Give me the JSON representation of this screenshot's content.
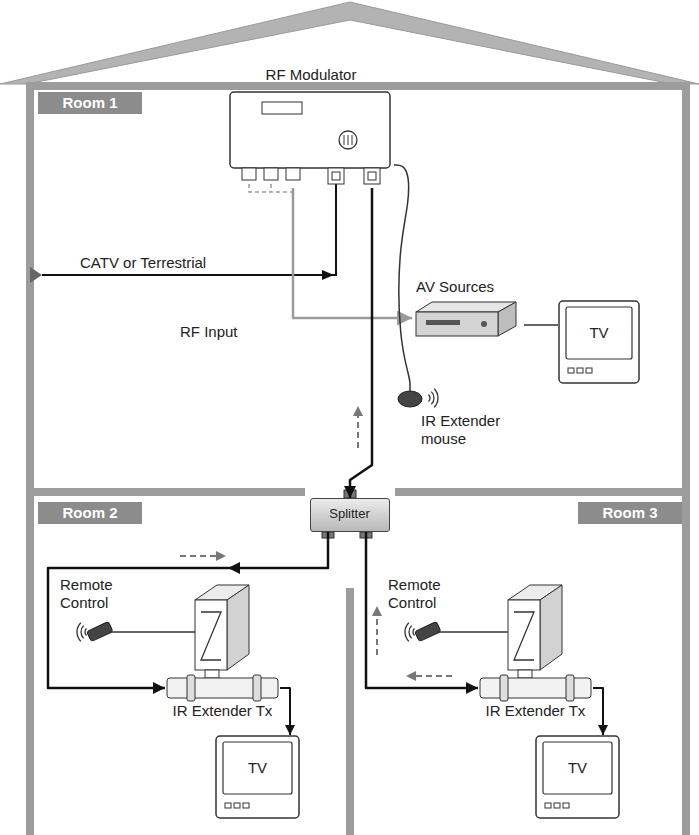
{
  "diagram": {
    "nodes": [
      {
        "text": [
          "Room 1"
        ]
      },
      {
        "text": [
          "RF Modulator"
        ],
        "in": 0
      },
      {
        "text": [
          "AV Sources"
        ],
        "in": 0
      },
      {
        "text": [
          "TV"
        ],
        "in": 0
      },
      {
        "text": [
          "IR Extender mouse"
        ],
        "in": 0
      },
      {
        "text": [
          "Splitter"
        ]
      },
      {
        "text": [
          "Room 2"
        ]
      },
      {
        "text": [
          "Remote Control"
        ],
        "in": 6
      },
      {
        "text": [
          "IR Extender Tx"
        ],
        "in": 6
      },
      {
        "text": [
          "TV"
        ],
        "in": 6
      },
      {
        "text": [
          "Room 3"
        ]
      },
      {
        "text": [
          "Remote Control"
        ],
        "in": 10
      },
      {
        "text": [
          "IR Extender Tx"
        ],
        "in": 10
      },
      {
        "text": [
          "TV"
        ],
        "in": 10
      }
    ],
    "edges": [
      {
        "from": 1,
        "to": 2,
        "arrow": "to"
      },
      {
        "from": 2,
        "to": 3,
        "arrow": "none"
      },
      {
        "from": 4,
        "to": 1,
        "arrow": "none"
      },
      {
        "from": 1,
        "to": 5,
        "arrow": "to"
      },
      {
        "from": 5,
        "to": 8,
        "arrow": "to"
      },
      {
        "from": 5,
        "to": 12,
        "arrow": "to"
      },
      {
        "from": 7,
        "to": 8,
        "arrow": "none"
      },
      {
        "from": 8,
        "to": 9,
        "arrow": "to"
      },
      {
        "from": 11,
        "to": 12,
        "arrow": "none"
      },
      {
        "from": 12,
        "to": 13,
        "arrow": "to"
      }
    ],
    "labels": [
      "CATV or Terrestrial",
      "RF Input"
    ]
  }
}
